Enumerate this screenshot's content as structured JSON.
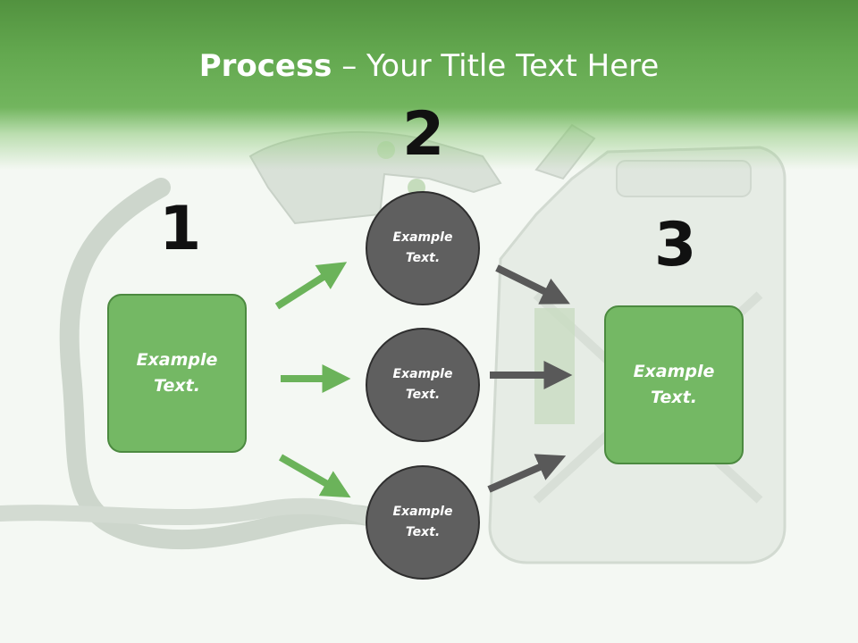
{
  "title": {
    "bold": "Process",
    "rest": " – Your Title Text Here"
  },
  "steps": {
    "one": "1",
    "two": "2",
    "three": "3"
  },
  "boxes": {
    "left": "Example Text.",
    "right": "Example Text."
  },
  "circles": {
    "top": "Example Text.",
    "middle": "Example Text.",
    "bottom": "Example Text."
  },
  "colors": {
    "header_green": "#63a84f",
    "box_fill": "#74b864",
    "box_border": "#4c8a40",
    "circle_fill": "#5f5f5f",
    "green_arrow": "#6bb35a",
    "grey_arrow": "#595959"
  }
}
